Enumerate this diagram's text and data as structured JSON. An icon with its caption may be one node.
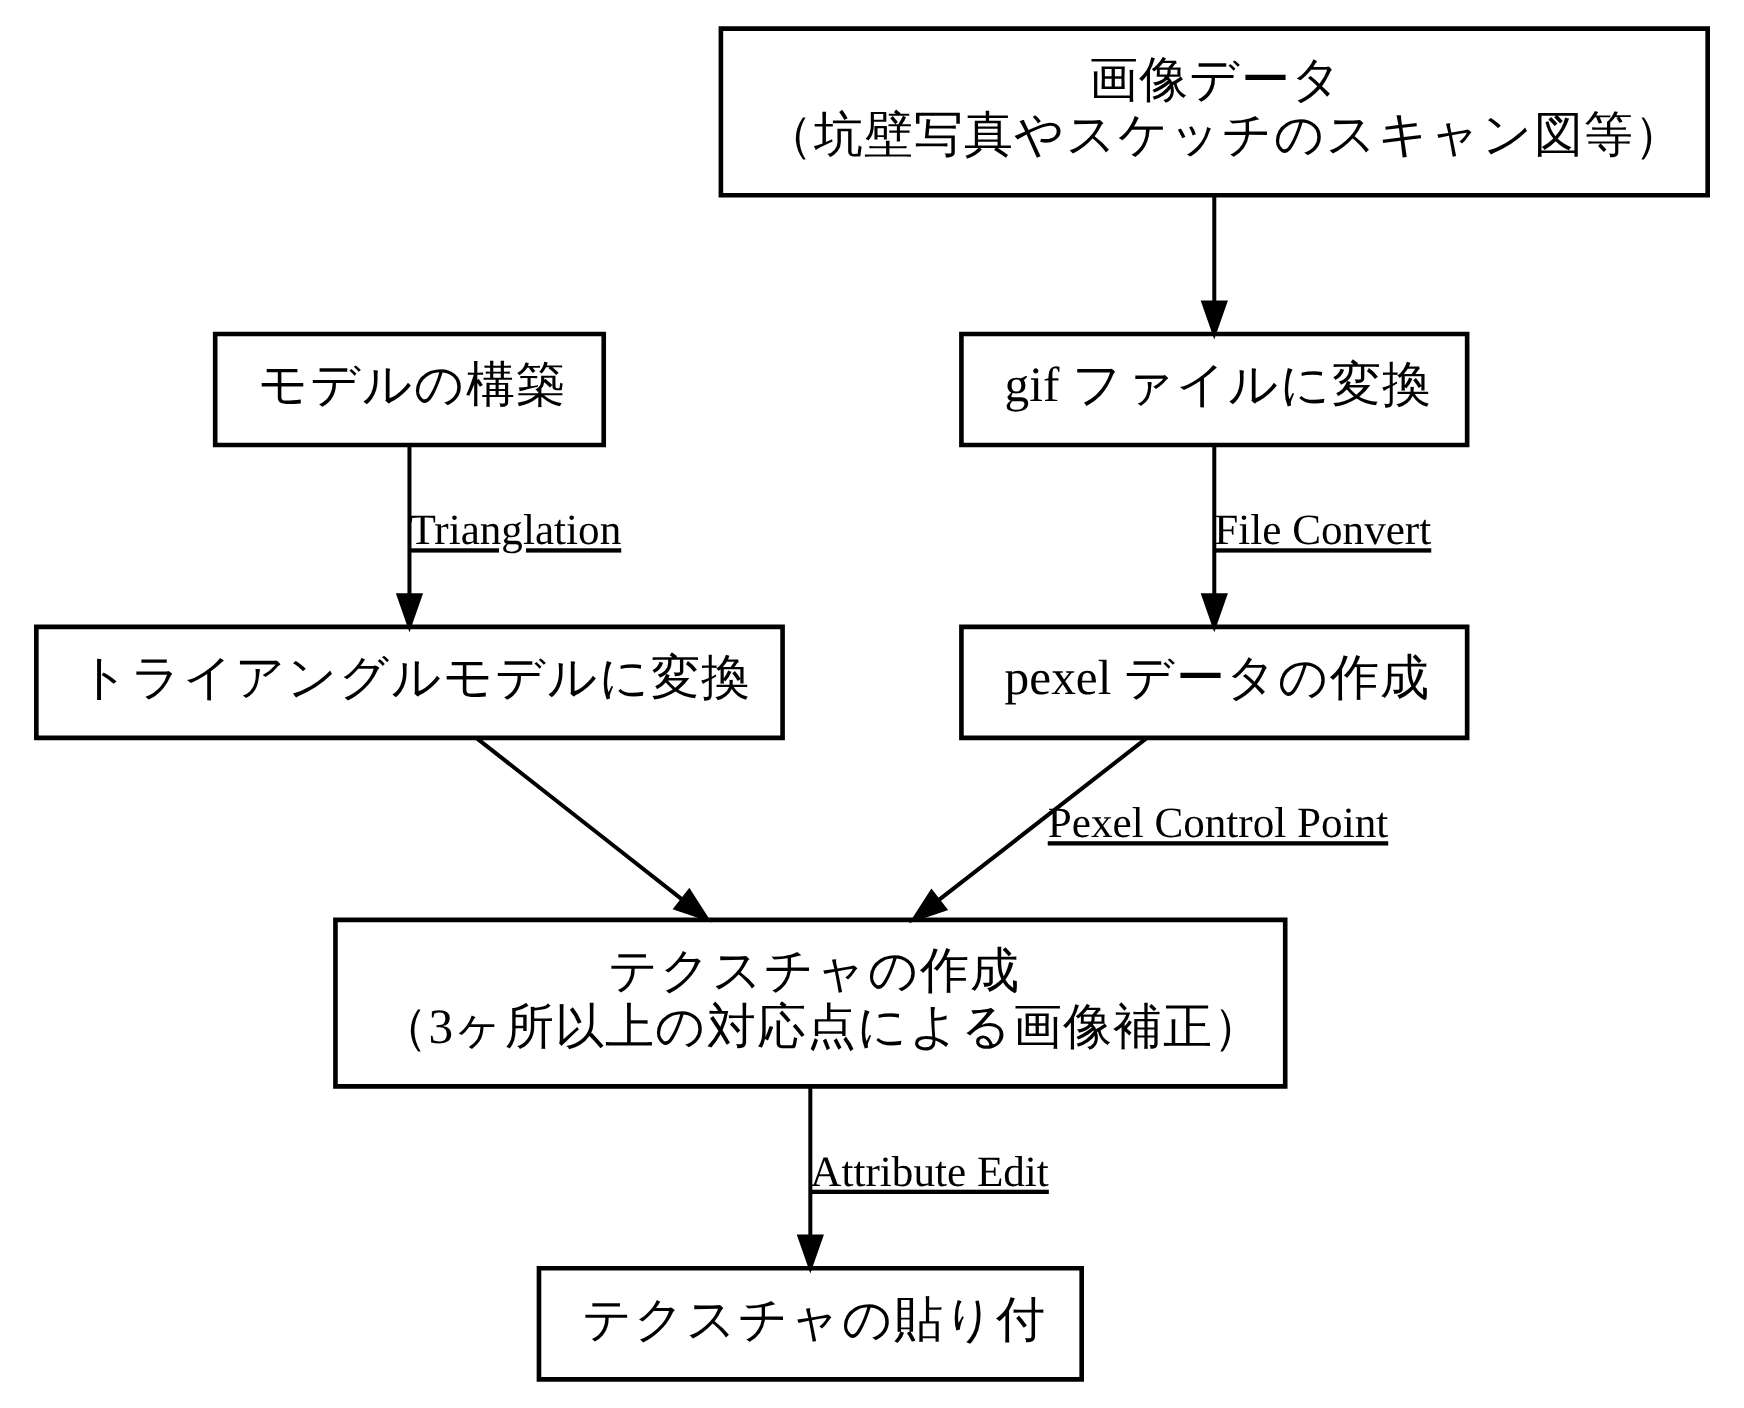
{
  "diagram": {
    "nodes": [
      {
        "text": [
          "モデルの構築"
        ]
      },
      {
        "text": [
          "トライアングルモデルに変換"
        ]
      },
      {
        "text": [
          "画像データ",
          "（坑壁写真やスケッチのスキャン図等）"
        ]
      },
      {
        "text": [
          "gif ファイルに変換"
        ]
      },
      {
        "text": [
          "pexel データの作成"
        ]
      },
      {
        "text": [
          "テクスチャの作成",
          "（3ヶ所以上の対応点による画像補正）"
        ]
      },
      {
        "text": [
          "テクスチャの貼り付"
        ]
      }
    ],
    "edges": [
      {
        "from": 0,
        "to": 1,
        "arrow": "to",
        "label": "Trianglation"
      },
      {
        "from": 2,
        "to": 3,
        "arrow": "to"
      },
      {
        "from": 3,
        "to": 4,
        "arrow": "to",
        "label": "File Convert"
      },
      {
        "from": 1,
        "to": 5,
        "arrow": "to"
      },
      {
        "from": 4,
        "to": 5,
        "arrow": "to",
        "label": "Pexel Control Point"
      },
      {
        "from": 5,
        "to": 6,
        "arrow": "to",
        "label": "Attribute Edit"
      }
    ]
  }
}
